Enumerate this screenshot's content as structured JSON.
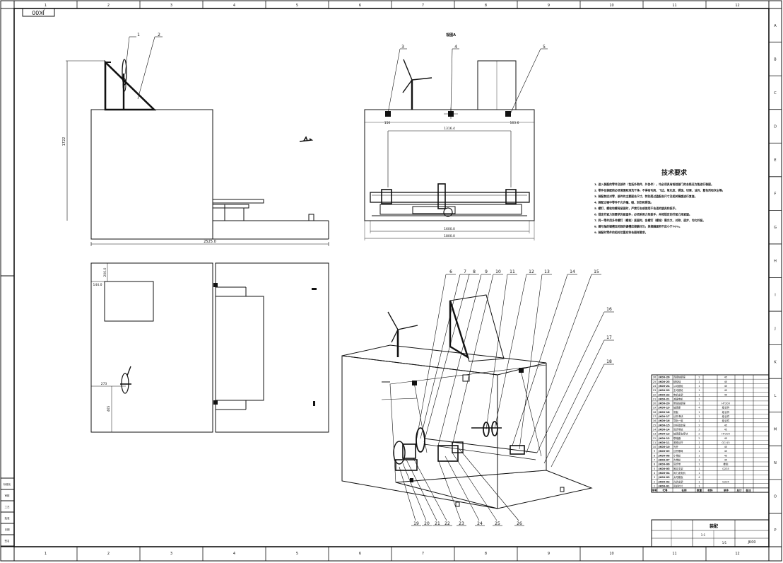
{
  "frame": {
    "columns": [
      "1",
      "2",
      "3",
      "4",
      "5",
      "6",
      "7",
      "8",
      "9",
      "10",
      "11",
      "12"
    ],
    "rows": [
      "A",
      "B",
      "C",
      "D",
      "E",
      "F",
      "G",
      "H",
      "I",
      "J",
      "K",
      "L",
      "M",
      "N",
      "O",
      "P"
    ],
    "stamp": "JK00"
  },
  "views": {
    "view_a_label": "视图A",
    "side_dims": {
      "height": "1722",
      "width": "2525.0"
    },
    "front_dims": {
      "d1": "156",
      "d2": "1316.4",
      "d3": "163.6",
      "inner": "1600.0",
      "outer": "1800.0"
    },
    "plan_dims": {
      "d1": "200.0",
      "d2": "144.0",
      "d3": "273",
      "d4": "465"
    }
  },
  "callouts": {
    "top": [
      "1",
      "2",
      "3",
      "4",
      "5"
    ],
    "iso_top": [
      "6",
      "7",
      "8",
      "9",
      "10",
      "11",
      "12",
      "13",
      "14",
      "15",
      "16",
      "17",
      "18"
    ],
    "iso_bottom": [
      "19",
      "20",
      "21",
      "22",
      "23",
      "24",
      "25",
      "26"
    ]
  },
  "notes": {
    "title": "技术要求",
    "items": [
      "1. 进入装配的零件及部件（包括外购件、外协件），均必须具有检验部门的合格证方能进行装配。",
      "2. 零件在装配前必须清理和清洗干净，不得有毛刺、飞边、氧化皮、锈蚀、切屑、油污、着色剂和灰尘等。",
      "3. 装配前应对零、部件的主要配合尺寸，特别是过盈配合尺寸及相关精度进行复查。",
      "4. 装配过程中零件不允许磕、碰、划伤和锈蚀。",
      "5. 螺钉、螺栓和螺母紧固时，严禁打击或使用不合适的旋具和扳手。",
      "6. 规定拧紧力矩要求的紧固件，必须采用力矩扳手，并按规定的拧紧力矩紧固。",
      "7. 同一零件用多件螺钉（螺栓）紧固时，各螺钉（螺栓）需交叉、对称、逐步、均匀拧紧。",
      "8. 键与轴的键槽及轮毂的键槽应接触均匀，其接触面积不应小于70%。",
      "9. 装配时零件的相对位置应符合图样要求。"
    ]
  },
  "bom": {
    "header": [
      "序号",
      "代号",
      "名称",
      "数量",
      "材料",
      "单件",
      "总计",
      "备注"
    ],
    "rows": [
      [
        "26",
        "JK00-26",
        "连接轴承座",
        "2",
        "45"
      ],
      [
        "25",
        "JK00-25",
        "链轮轴",
        "1",
        "45"
      ],
      [
        "24",
        "JK00-24",
        "从动链轮",
        "1",
        "45"
      ],
      [
        "23",
        "JK00-23",
        "主动链轮",
        "1",
        "45"
      ],
      [
        "22",
        "JK00-22",
        "电机支架",
        "1",
        "45"
      ],
      [
        "21",
        "JK00-21",
        "减速电机",
        "1",
        ""
      ],
      [
        "20",
        "JK00-20",
        "带轮轴承座",
        "1",
        "HT200"
      ],
      [
        "19",
        "JK00-19",
        "轴承座",
        "4",
        "组合件"
      ],
      [
        "18",
        "JK00-18",
        "底板",
        "1",
        "组合件"
      ],
      [
        "17",
        "JK00-17",
        "丝杆滑块",
        "1",
        "组合件"
      ],
      [
        "16",
        "JK00-16",
        "导轨一组",
        "1",
        "组合件"
      ],
      [
        "15",
        "JK00-15",
        "丝杆固定座",
        "2",
        "45"
      ],
      [
        "14",
        "JK00-14",
        "同步带轮",
        "2",
        "45"
      ],
      [
        "13",
        "JK00-13",
        "轴承座支撑块",
        "2",
        "HT200"
      ],
      [
        "12",
        "JK00-12",
        "联轴器",
        "2",
        "45"
      ],
      [
        "11",
        "JK00-11",
        "滚珠丝杆",
        "1",
        "GCr15"
      ],
      [
        "10",
        "JK00-10",
        "光杆",
        "1",
        "45"
      ],
      [
        "9",
        "JK00-09",
        "丝杆螺母",
        "1",
        "45"
      ],
      [
        "8",
        "JK00-08",
        "小带轮",
        "1",
        "45"
      ],
      [
        "7",
        "JK00-07",
        "大带轮",
        "1",
        "45"
      ],
      [
        "6",
        "JK00-06",
        "同步带",
        "1",
        "橡胶"
      ],
      [
        "5",
        "JK00-05",
        "固定支架",
        "1",
        "Q235"
      ],
      [
        "4",
        "JK00-04",
        "风力发电机",
        "1",
        ""
      ],
      [
        "3",
        "JK00-03",
        "太阳能板",
        "4",
        ""
      ],
      [
        "2",
        "JK00-02",
        "光伏支架",
        "1",
        "Q235"
      ],
      [
        "1",
        "JK00-01",
        "风机叶片",
        "1",
        ""
      ]
    ]
  },
  "titleblock": {
    "name": "装配",
    "code": "JK00",
    "scale": "1:1",
    "sheet": "1/1"
  },
  "side_strip": [
    "标准化",
    "审核",
    "工艺",
    "批准",
    "日期",
    "签名"
  ]
}
